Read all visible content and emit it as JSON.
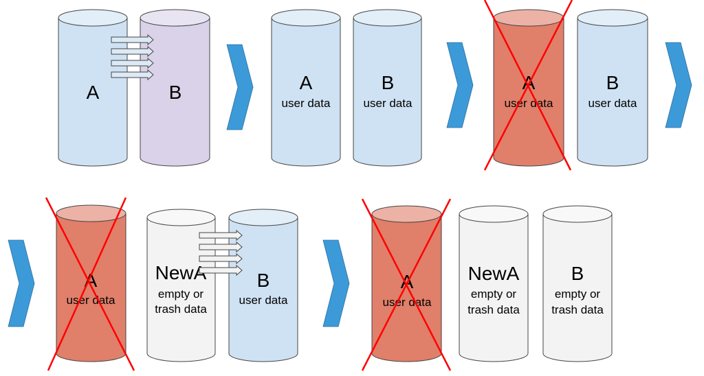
{
  "colors": {
    "blue_db": "#cfe2f3",
    "purple_db": "#d9d2e9",
    "gray_db": "#f3f3f3",
    "deleted_db": "#e07f6a",
    "deleted_x": "#ff0000",
    "chevron": "#3d9ad9"
  },
  "row1": {
    "step1": {
      "a": {
        "label": "A"
      },
      "b": {
        "label": "B"
      }
    },
    "step2": {
      "a": {
        "label": "A",
        "sub": "user data"
      },
      "b": {
        "label": "B",
        "sub": "user data"
      }
    },
    "step3": {
      "a": {
        "label": "A",
        "sub": "user data"
      },
      "b": {
        "label": "B",
        "sub": "user data"
      }
    }
  },
  "row2": {
    "step4": {
      "a": {
        "label": "A",
        "sub": "user data"
      },
      "newa": {
        "label": "NewA",
        "sub1": "empty or",
        "sub2": "trash data"
      },
      "b": {
        "label": "B",
        "sub": "user data"
      }
    },
    "step5": {
      "a": {
        "label": "A",
        "sub": "user data"
      },
      "newa": {
        "label": "NewA",
        "sub1": "empty or",
        "sub2": "trash data"
      },
      "b": {
        "label": "B",
        "sub1": "empty or",
        "sub2": "trash data"
      }
    }
  },
  "icons": [
    "chevron-right-icon",
    "arrow-right-icon",
    "delete-x-icon"
  ]
}
